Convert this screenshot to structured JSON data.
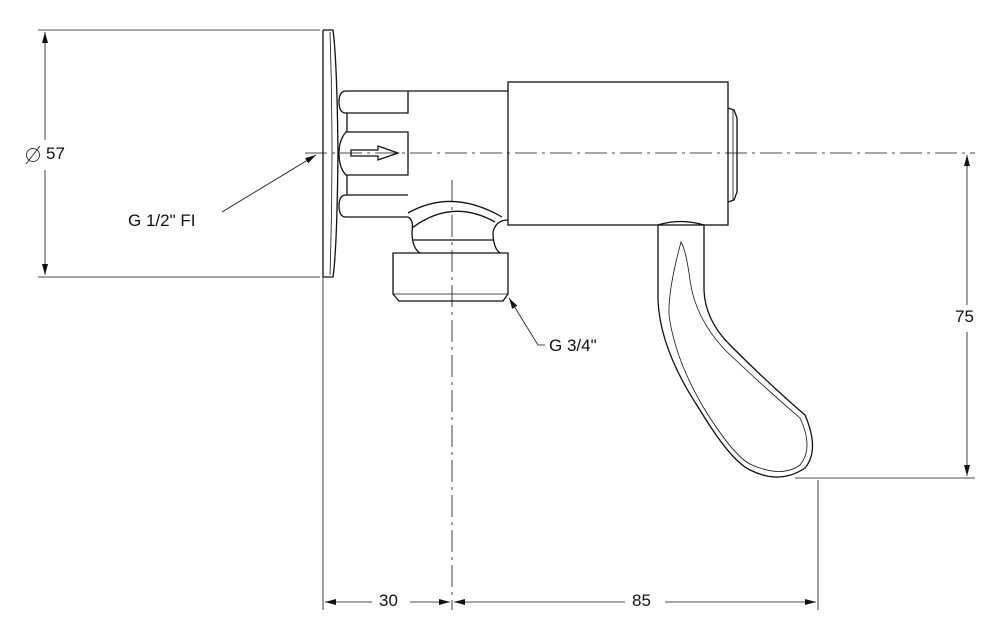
{
  "labels": {
    "diameter": "57",
    "inlet_thread": "G 1/2\" FI",
    "outlet_thread": "G 3/4\"",
    "height_dim": "75",
    "dim_wall_to_outlet": "30",
    "dim_outlet_to_handle": "85"
  },
  "colors": {
    "line": "#111111",
    "background": "#ffffff"
  }
}
